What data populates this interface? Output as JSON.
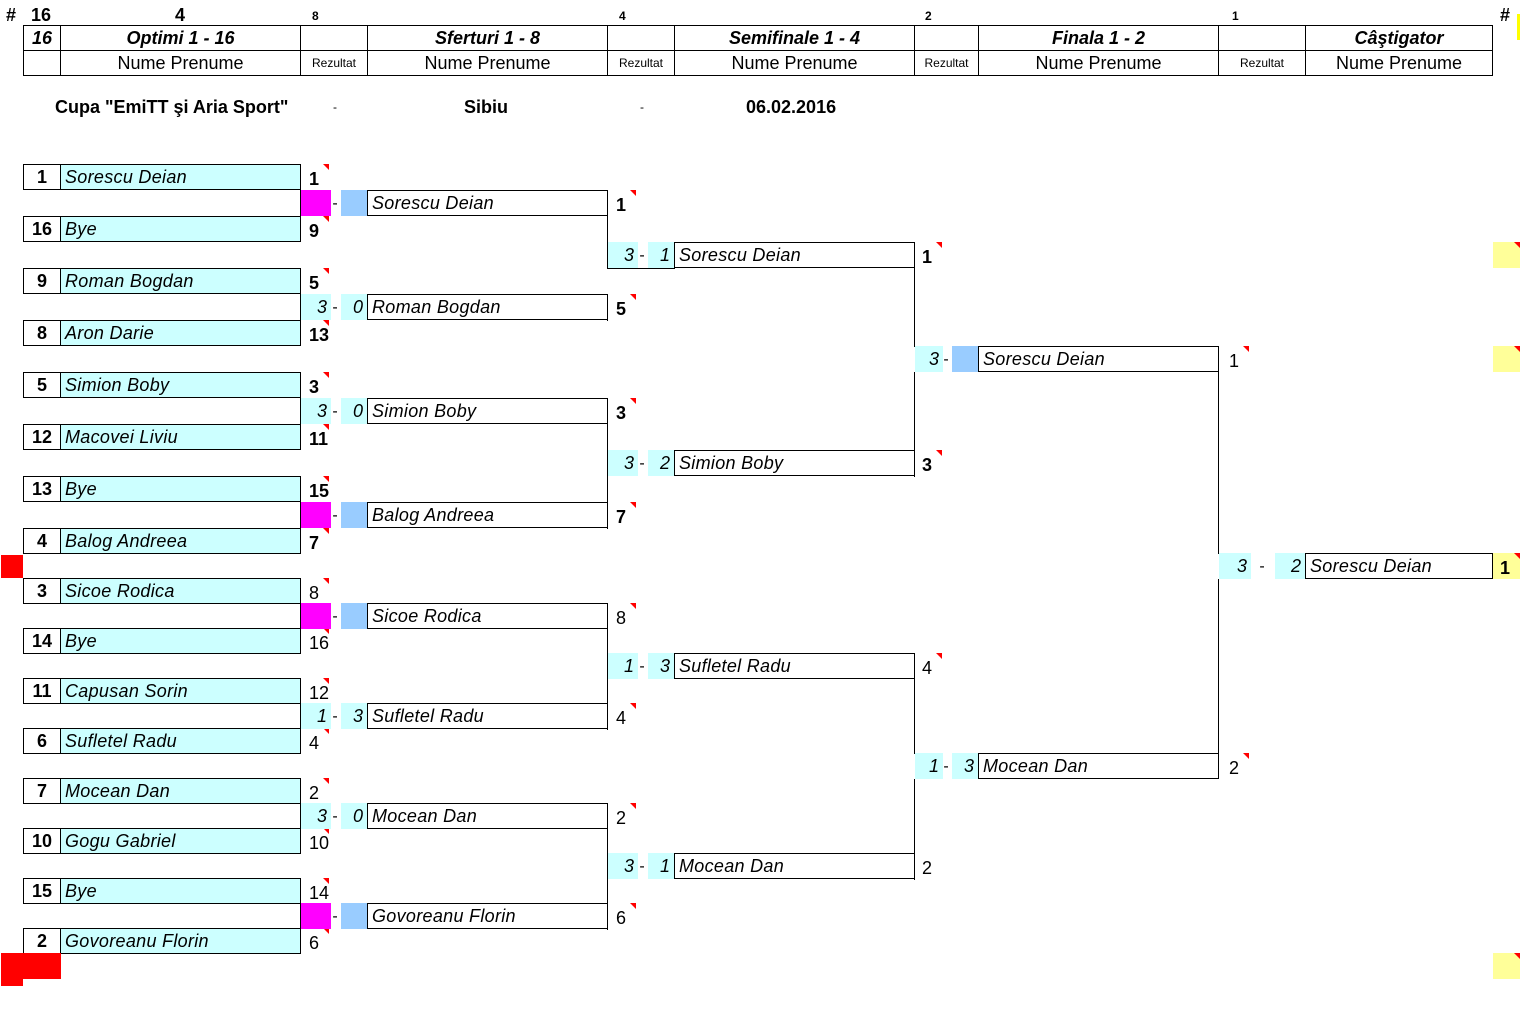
{
  "top_numbers": {
    "hash_left": "#",
    "count16": "16",
    "count4": "4",
    "n8": "8",
    "n4": "4",
    "n2": "2",
    "n1": "1",
    "hash_right": "#"
  },
  "header": {
    "corner": "16",
    "round1": "Optimi 1 - 16",
    "round2": "Sferturi 1 - 8",
    "round3": "Semifinale 1 - 4",
    "round4": "Finala 1 - 2",
    "round5": "Câştigator",
    "sub_name": "Nume Prenume",
    "sub_result": "Rezultat"
  },
  "event": {
    "title": "Cupa \"EmiTT şi Aria Sport\"",
    "sep": "-",
    "city": "Sibiu",
    "date": "06.02.2016"
  },
  "round1": [
    {
      "seed": "1",
      "name": "Sorescu Deian",
      "rank": "1"
    },
    {
      "seed": "16",
      "name": "Bye",
      "rank": "9"
    },
    {
      "seed": "9",
      "name": "Roman Bogdan",
      "rank": "5"
    },
    {
      "seed": "8",
      "name": "Aron Darie",
      "rank": "13"
    },
    {
      "seed": "5",
      "name": "Simion Boby",
      "rank": "3"
    },
    {
      "seed": "12",
      "name": "Macovei Liviu",
      "rank": "11"
    },
    {
      "seed": "13",
      "name": "Bye",
      "rank": "15"
    },
    {
      "seed": "4",
      "name": "Balog Andreea",
      "rank": "7"
    },
    {
      "seed": "3",
      "name": "Sicoe Rodica",
      "rank": "8"
    },
    {
      "seed": "14",
      "name": "Bye",
      "rank": "16"
    },
    {
      "seed": "11",
      "name": "Capusan Sorin",
      "rank": "12"
    },
    {
      "seed": "6",
      "name": "Sufletel Radu",
      "rank": "4"
    },
    {
      "seed": "7",
      "name": "Mocean Dan",
      "rank": "2"
    },
    {
      "seed": "10",
      "name": "Gogu Gabriel",
      "rank": "10"
    },
    {
      "seed": "15",
      "name": "Bye",
      "rank": "14"
    },
    {
      "seed": "2",
      "name": "Govoreanu Florin",
      "rank": "6"
    }
  ],
  "round2": [
    {
      "s1": "",
      "s2": "",
      "dash": "-",
      "name": "Sorescu Deian",
      "rank": "1"
    },
    {
      "s1": "3",
      "s2": "0",
      "dash": "-",
      "name": "Roman Bogdan",
      "rank": "5"
    },
    {
      "s1": "3",
      "s2": "0",
      "dash": "-",
      "name": "Simion Boby",
      "rank": "3"
    },
    {
      "s1": "",
      "s2": "",
      "dash": "-",
      "name": "Balog Andreea",
      "rank": "7"
    },
    {
      "s1": "",
      "s2": "",
      "dash": "-",
      "name": "Sicoe Rodica",
      "rank": "8"
    },
    {
      "s1": "1",
      "s2": "3",
      "dash": "-",
      "name": "Sufletel Radu",
      "rank": "4"
    },
    {
      "s1": "3",
      "s2": "0",
      "dash": "-",
      "name": "Mocean Dan",
      "rank": "2"
    },
    {
      "s1": "",
      "s2": "",
      "dash": "-",
      "name": "Govoreanu Florin",
      "rank": "6"
    }
  ],
  "round3": [
    {
      "s1": "3",
      "s2": "1",
      "dash": "-",
      "name": "Sorescu Deian",
      "rank": "1"
    },
    {
      "s1": "3",
      "s2": "2",
      "dash": "-",
      "name": "Simion Boby",
      "rank": "3"
    },
    {
      "s1": "1",
      "s2": "3",
      "dash": "-",
      "name": "Sufletel Radu",
      "rank": "4"
    },
    {
      "s1": "3",
      "s2": "1",
      "dash": "-",
      "name": "Mocean Dan",
      "rank": "2"
    }
  ],
  "round4": [
    {
      "s1": "3",
      "s2": "",
      "dash": "-",
      "name": "Sorescu Deian",
      "rank": "1"
    },
    {
      "s1": "1",
      "s2": "3",
      "dash": "-",
      "name": "Mocean Dan",
      "rank": "2"
    }
  ],
  "final": {
    "s1": "3",
    "s2": "2",
    "dash": "-",
    "name": "Sorescu Deian",
    "rank": "1"
  },
  "colors": {
    "name_fill": "#ccffff",
    "bye_score": "#ff00ff",
    "bye_score2": "#99ccff",
    "winner_fill": "#ffff99",
    "flag": "#ff0000"
  }
}
